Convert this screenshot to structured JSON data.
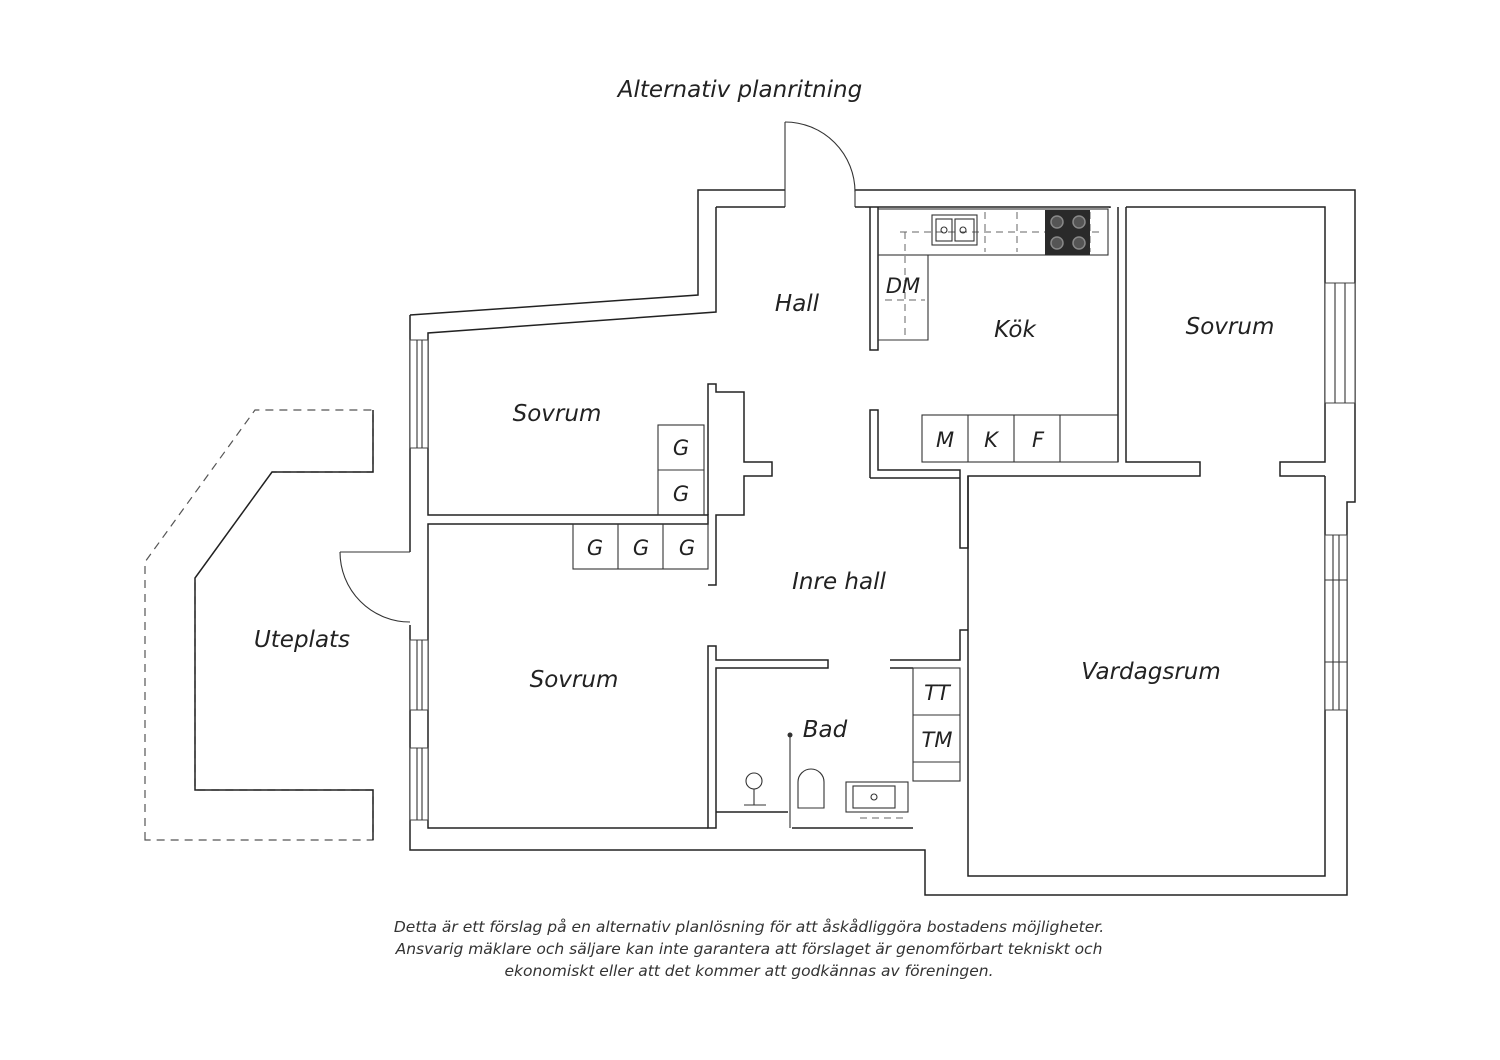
{
  "title": "Alternativ planritning",
  "rooms": {
    "hall": "Hall",
    "kok": "Kök",
    "sovrum_nw": "Sovrum",
    "sovrum_ne": "Sovrum",
    "sovrum_sw": "Sovrum",
    "inre_hall": "Inre hall",
    "vardagsrum": "Vardagsrum",
    "bad": "Bad",
    "uteplats": "Uteplats"
  },
  "fixtures": {
    "dm": "DM",
    "m": "M",
    "k": "K",
    "f": "F",
    "g1": "G",
    "g2": "G",
    "g3": "G",
    "g4": "G",
    "g5": "G",
    "tt": "TT",
    "tm": "TM"
  },
  "disclaimer": {
    "line1": "Detta är ett förslag på en alternativ planlösning för att åskådliggöra bostadens möjligheter.",
    "line2": "Ansvarig mäklare och säljare kan inte garantera att förslaget är genomförbart tekniskt och",
    "line3": "ekonomiskt eller att det kommer att godkännas av föreningen."
  }
}
